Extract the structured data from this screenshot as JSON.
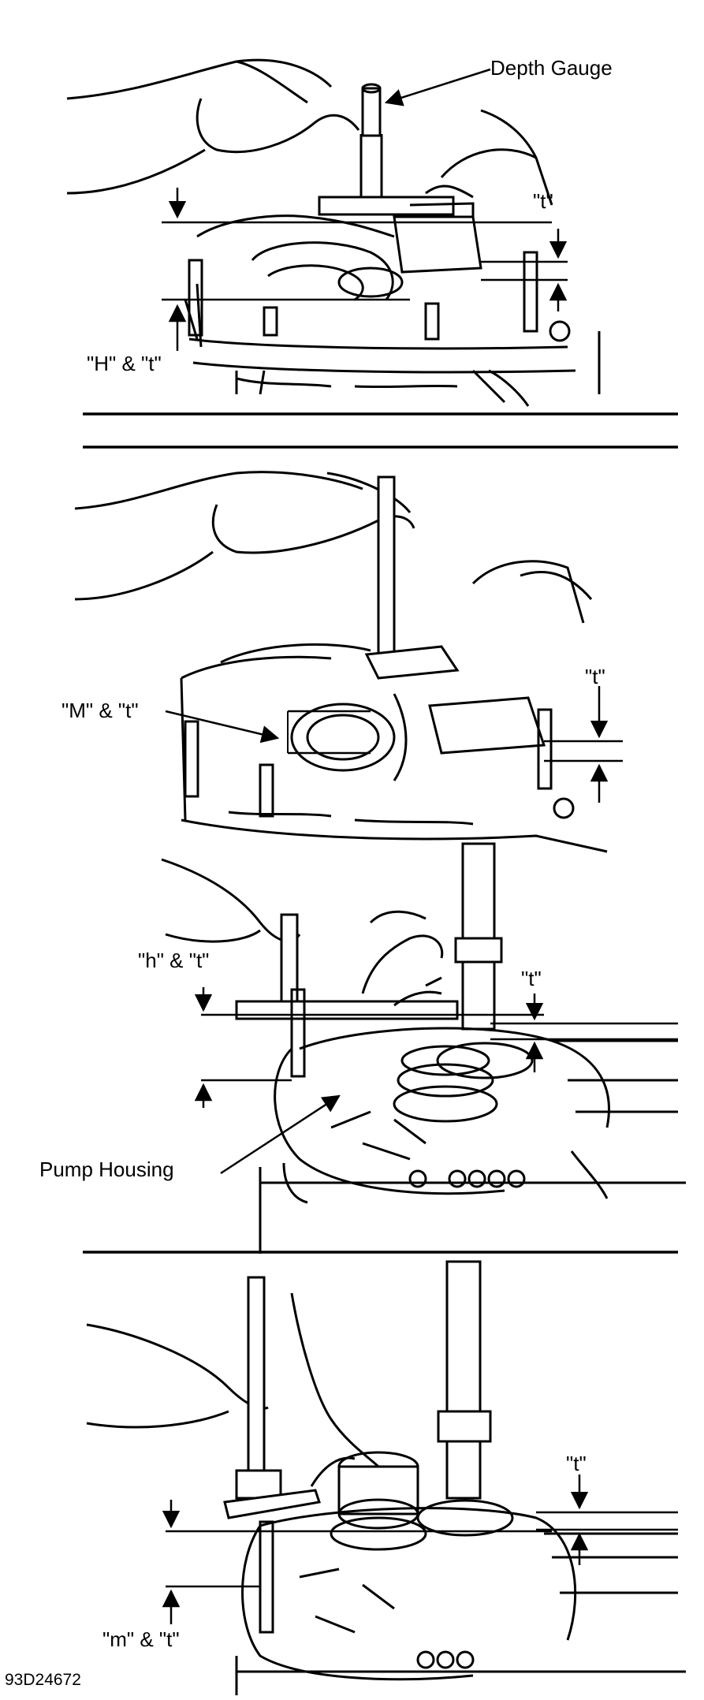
{
  "labels": {
    "depth_gauge": "Depth Gauge",
    "t_panel1": "\"t\"",
    "h_t_panel1": "\"H\" & \"t\"",
    "m_t_panel2": "\"M\" & \"t\"",
    "t_panel2": "\"t\"",
    "h_t_panel3": "\"h\" & \"t\"",
    "t_panel3": "\"t\"",
    "pump_housing": "Pump Housing",
    "t_panel4": "\"t\"",
    "m_t_panel4": "\"m\" & \"t\"",
    "figure_id": "93D24672"
  }
}
